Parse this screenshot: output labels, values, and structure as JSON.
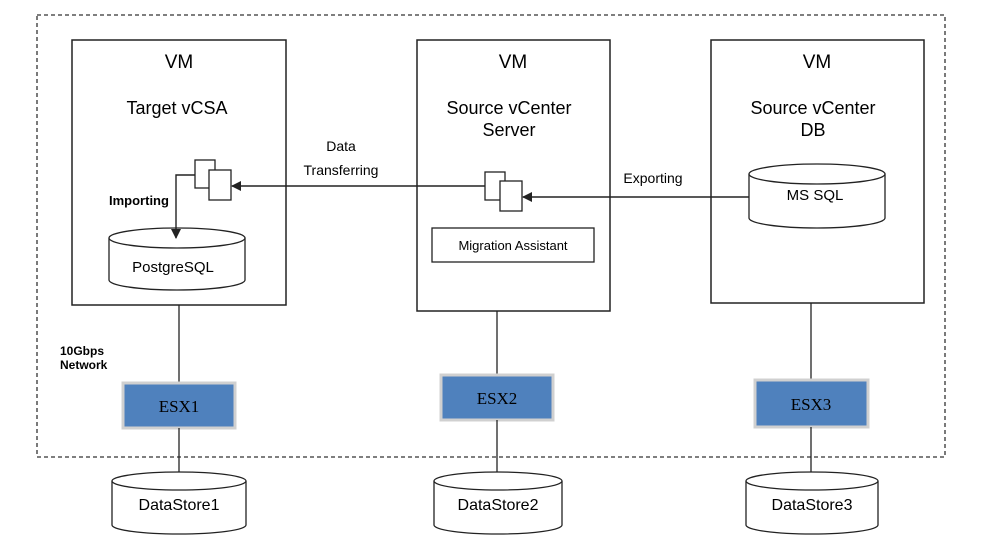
{
  "vms": [
    {
      "header": "VM",
      "name_lines": [
        "Target vCSA"
      ]
    },
    {
      "header": "VM",
      "name_lines": [
        "Source vCenter",
        "Server"
      ]
    },
    {
      "header": "VM",
      "name_lines": [
        "Source vCenter",
        "DB"
      ]
    }
  ],
  "databases": {
    "postgres": "PostgreSQL",
    "mssql": "MS SQL"
  },
  "migration_assistant": "Migration Assistant",
  "arrows": {
    "importing": "Importing",
    "data_transferring": [
      "Data",
      "Transferring"
    ],
    "exporting": "Exporting"
  },
  "network_label": [
    "10Gbps",
    "Network"
  ],
  "esx_hosts": [
    "ESX1",
    "ESX2",
    "ESX3"
  ],
  "datastores": [
    "DataStore1",
    "DataStore2",
    "DataStore3"
  ],
  "colors": {
    "esx_fill": "#4f81bd",
    "esx_border": "#2f5f8f",
    "line": "#222222"
  }
}
